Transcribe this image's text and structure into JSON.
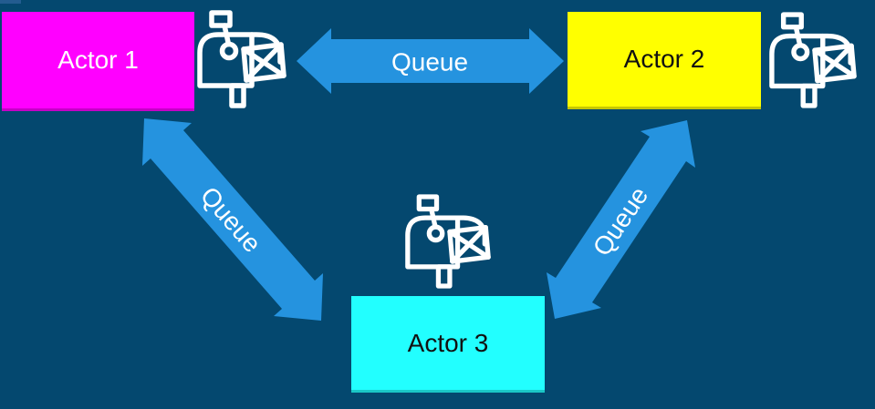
{
  "diagram": {
    "description_visible_elements": "three actor boxes connected pairwise by bidirectional queue arrows, each actor has a mailbox icon",
    "background_color": "#04486F"
  },
  "colors": {
    "background": "#04486F",
    "arrow": "#2593DF",
    "actor1_fill": "#FF00FF",
    "actor1_text": "#FFFFFF",
    "actor2_fill": "#FFFF00",
    "actor2_text": "#111111",
    "actor3_fill": "#22FFFF",
    "actor3_text": "#111111",
    "icon_stroke": "#FFFFFF",
    "corner_sliver": "#235C90"
  },
  "nodes": [
    {
      "id": "actor-1",
      "label": "Actor 1",
      "fill": "#FF00FF",
      "text_color": "#FFFFFF",
      "position": "top-left"
    },
    {
      "id": "actor-2",
      "label": "Actor 2",
      "fill": "#FFFF00",
      "text_color": "#111111",
      "position": "top-right"
    },
    {
      "id": "actor-3",
      "label": "Actor 3",
      "fill": "#22FFFF",
      "text_color": "#111111",
      "position": "bottom-center"
    }
  ],
  "edges": [
    {
      "from": "actor-1",
      "to": "actor-2",
      "label": "Queue",
      "direction": "bidirectional",
      "orientation": "horizontal"
    },
    {
      "from": "actor-1",
      "to": "actor-3",
      "label": "Queue",
      "direction": "bidirectional",
      "orientation": "diagonal-down-right"
    },
    {
      "from": "actor-3",
      "to": "actor-2",
      "label": "Queue",
      "direction": "bidirectional",
      "orientation": "diagonal-up-right"
    }
  ],
  "icons": [
    {
      "name": "mailbox-icon",
      "attached_to": "actor-1"
    },
    {
      "name": "mailbox-icon",
      "attached_to": "actor-2"
    },
    {
      "name": "mailbox-icon",
      "attached_to": "actor-3"
    }
  ]
}
